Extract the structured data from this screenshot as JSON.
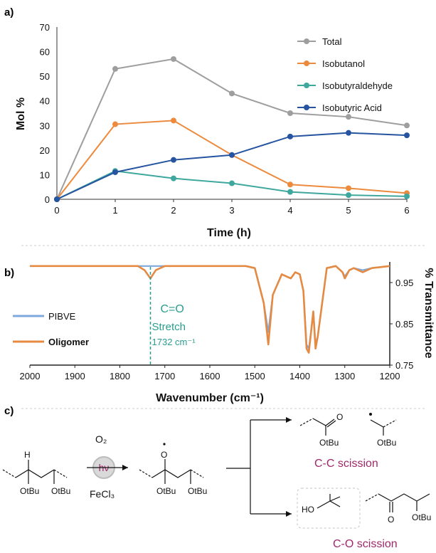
{
  "panel_labels": {
    "a": "a)",
    "b": "b)",
    "c": "c)"
  },
  "chart_data": [
    {
      "type": "line",
      "xlabel": "Time (h)",
      "ylabel": "Mol %",
      "xlim": [
        0,
        6
      ],
      "ylim": [
        0,
        70
      ],
      "x_ticks": [
        "0",
        "1",
        "2",
        "3",
        "4",
        "5",
        "6"
      ],
      "y_ticks": [
        "0",
        "10",
        "20",
        "30",
        "40",
        "50",
        "60",
        "70"
      ],
      "legend_position": "top-right",
      "grid": false,
      "series": [
        {
          "name": "Total",
          "color": "#9e9e9e",
          "x": [
            0,
            1,
            2,
            3,
            4,
            5,
            6
          ],
          "y": [
            0,
            53,
            57,
            43,
            35,
            33.5,
            30
          ]
        },
        {
          "name": "Isobutanol",
          "color": "#ec8a3e",
          "x": [
            0,
            1,
            2,
            3,
            4,
            5,
            6
          ],
          "y": [
            0,
            30.5,
            32,
            18,
            6,
            4.5,
            2.5
          ]
        },
        {
          "name": "Isobutyraldehyde",
          "color": "#3ea89e",
          "x": [
            0,
            1,
            2,
            3,
            4,
            5,
            6
          ],
          "y": [
            0,
            11.5,
            8.5,
            6.5,
            3,
            1.7,
            1.2
          ]
        },
        {
          "name": "Isobutyric Acid",
          "color": "#2654a0",
          "x": [
            0,
            1,
            2,
            3,
            4,
            5,
            6
          ],
          "y": [
            0,
            11,
            16,
            18,
            25.5,
            27,
            26
          ]
        }
      ]
    },
    {
      "type": "line",
      "xlabel": "Wavenumber (cm⁻¹)",
      "ylabel": "% Transmittance",
      "xlim": [
        2000,
        1200
      ],
      "ylim": [
        0.75,
        1.0
      ],
      "x_ticks": [
        "2000",
        "1900",
        "1800",
        "1700",
        "1600",
        "1500",
        "1400",
        "1300",
        "1200"
      ],
      "y_ticks": [
        "0.95",
        "0.85",
        "0.75"
      ],
      "legend_position": "left",
      "annotation": {
        "line1": "C=O",
        "line2": "Stretch",
        "line3": "1732 cm⁻¹",
        "x": 1732
      },
      "series": [
        {
          "name": "PIBVE",
          "color": "#7fa8dc",
          "x": [
            2000,
            1900,
            1800,
            1760,
            1732,
            1700,
            1600,
            1520,
            1500,
            1480,
            1470,
            1460,
            1440,
            1420,
            1410,
            1400,
            1392,
            1385,
            1380,
            1375,
            1370,
            1365,
            1360,
            1340,
            1320,
            1305,
            1300,
            1290,
            1280,
            1260,
            1240,
            1200
          ],
          "y": [
            0.99,
            0.99,
            0.99,
            0.99,
            0.99,
            0.99,
            0.99,
            0.99,
            0.985,
            0.9,
            0.83,
            0.92,
            0.97,
            0.96,
            0.975,
            0.97,
            0.93,
            0.8,
            0.79,
            0.83,
            0.88,
            0.8,
            0.82,
            0.985,
            0.99,
            0.975,
            0.965,
            0.98,
            0.985,
            0.98,
            0.985,
            0.99
          ]
        },
        {
          "name": "Oligomer",
          "color": "#e58a42",
          "x": [
            2000,
            1900,
            1800,
            1760,
            1745,
            1732,
            1720,
            1700,
            1600,
            1520,
            1500,
            1480,
            1470,
            1460,
            1440,
            1420,
            1410,
            1400,
            1392,
            1385,
            1380,
            1375,
            1370,
            1365,
            1360,
            1340,
            1320,
            1305,
            1300,
            1290,
            1280,
            1260,
            1240,
            1200
          ],
          "y": [
            0.99,
            0.99,
            0.99,
            0.99,
            0.98,
            0.96,
            0.98,
            0.99,
            0.99,
            0.99,
            0.985,
            0.9,
            0.8,
            0.92,
            0.97,
            0.96,
            0.975,
            0.97,
            0.93,
            0.79,
            0.78,
            0.83,
            0.88,
            0.79,
            0.82,
            0.985,
            0.99,
            0.975,
            0.96,
            0.98,
            0.985,
            0.975,
            0.985,
            0.99
          ]
        }
      ]
    }
  ],
  "scheme": {
    "reagent_top": "O₂",
    "light": "hν",
    "reagent_bottom": "FeCl₃",
    "h_label": "H",
    "otbu": "OtBu",
    "o_label": "O",
    "ho_label": "HO",
    "cc_label": "C-C scission",
    "co_label": "C-O scission",
    "label_color": "#a0286a",
    "circle_fill": "#d9d9d9"
  }
}
